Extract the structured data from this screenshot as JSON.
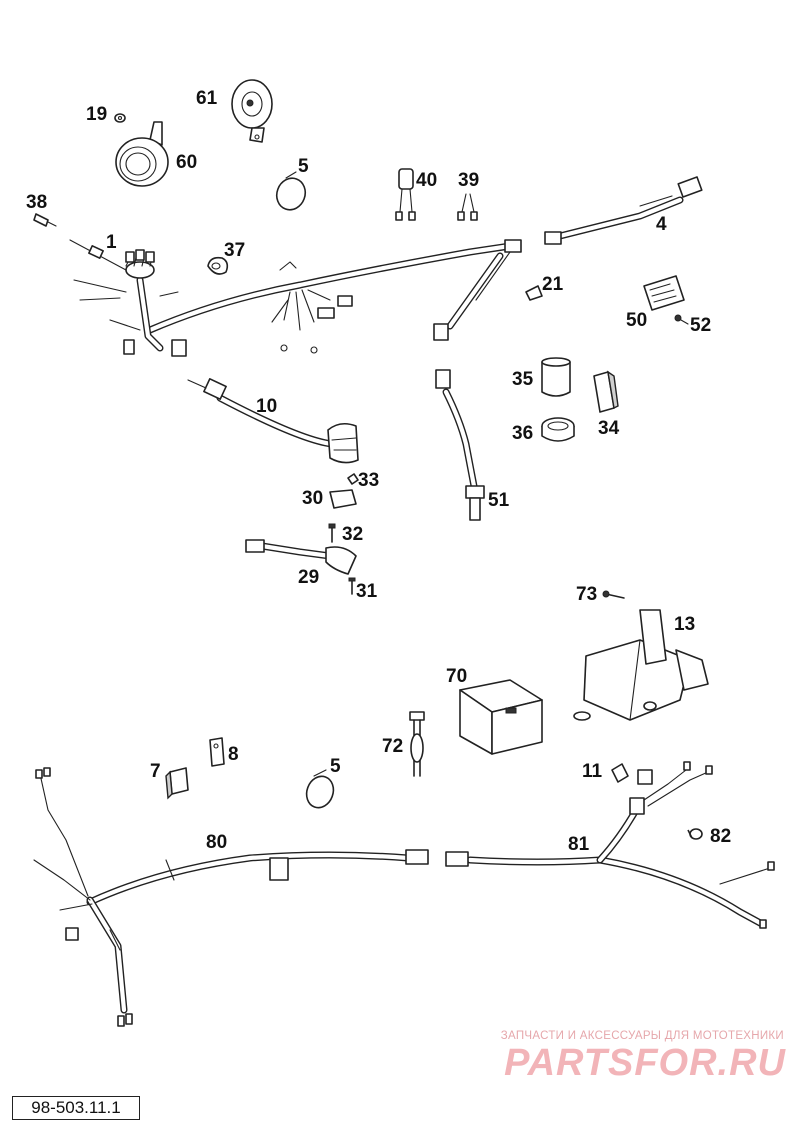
{
  "diagram": {
    "reference_code": "98-503.11.1",
    "callouts": [
      "1",
      "4",
      "5",
      "5",
      "7",
      "8",
      "10",
      "11",
      "13",
      "19",
      "21",
      "29",
      "30",
      "31",
      "32",
      "33",
      "34",
      "35",
      "36",
      "37",
      "38",
      "39",
      "40",
      "50",
      "51",
      "52",
      "60",
      "61",
      "70",
      "72",
      "73",
      "80",
      "81",
      "82"
    ]
  },
  "watermark": {
    "line1": "ЗАПЧАСТИ И АКСЕССУАРЫ ДЛЯ МОТОТЕХНИКИ",
    "line2": "PARTSFOR.RU"
  }
}
